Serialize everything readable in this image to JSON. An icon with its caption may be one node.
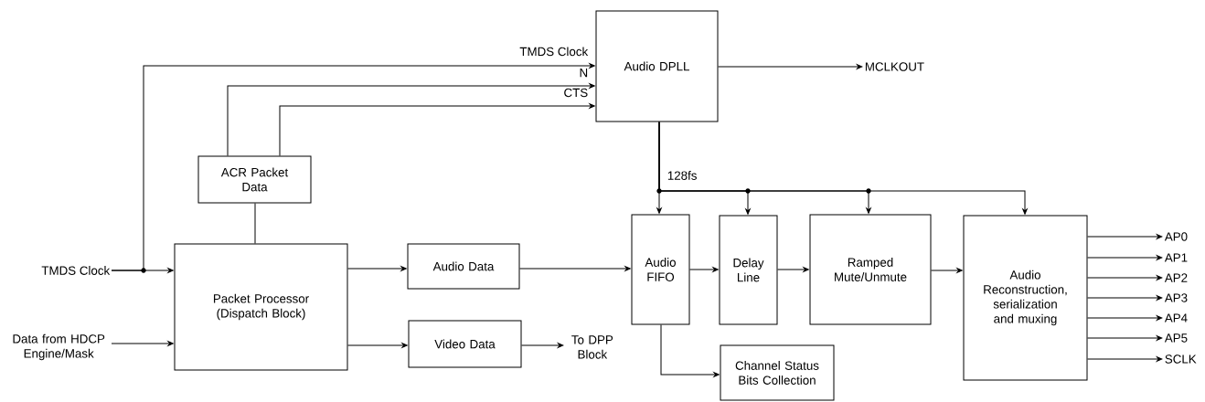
{
  "diagram": {
    "nodes": [
      {
        "text": [
          "Audio DPLL"
        ]
      },
      {
        "text": [
          "MCLKOUT"
        ]
      },
      {
        "text": [
          "ACR Packet Data"
        ]
      },
      {
        "text": [
          "TMDS Clock"
        ]
      },
      {
        "text": [
          "Packet Processor (Dispatch Block)"
        ]
      },
      {
        "text": [
          "Audio Data"
        ]
      },
      {
        "text": [
          "Audio FIFO"
        ]
      },
      {
        "text": [
          "Delay Line"
        ]
      },
      {
        "text": [
          "Ramped Mute/Unmute"
        ]
      },
      {
        "text": [
          "Audio Reconstruction, serialization and muxing"
        ]
      },
      {
        "text": [
          "AP0"
        ]
      },
      {
        "text": [
          "AP1"
        ]
      },
      {
        "text": [
          "AP2"
        ]
      },
      {
        "text": [
          "AP3"
        ]
      },
      {
        "text": [
          "AP4"
        ]
      },
      {
        "text": [
          "AP5"
        ]
      },
      {
        "text": [
          "SCLK"
        ]
      },
      {
        "text": [
          "Data from HDCP Engine/Mask"
        ]
      },
      {
        "text": [
          "Video Data"
        ]
      },
      {
        "text": [
          "To DPP Block"
        ]
      },
      {
        "text": [
          "Channel Status Bits Collection"
        ]
      }
    ],
    "edges": [
      {
        "from": 3,
        "to": 4,
        "arrow": "to"
      },
      {
        "from": 3,
        "to": 0,
        "arrow": "to",
        "label": "TMDS Clock"
      },
      {
        "from": 2,
        "to": 0,
        "arrow": "to",
        "label": "N"
      },
      {
        "from": 2,
        "to": 0,
        "arrow": "to",
        "label": "CTS"
      },
      {
        "from": 4,
        "to": 2,
        "arrow": "none"
      },
      {
        "from": 17,
        "to": 4,
        "arrow": "to"
      },
      {
        "from": 4,
        "to": 5,
        "arrow": "to"
      },
      {
        "from": 4,
        "to": 18,
        "arrow": "to"
      },
      {
        "from": 18,
        "to": 19,
        "arrow": "to"
      },
      {
        "from": 5,
        "to": 6,
        "arrow": "to"
      },
      {
        "from": 0,
        "to": 1,
        "arrow": "to"
      },
      {
        "from": 0,
        "to": 6,
        "arrow": "to",
        "label": "128fs"
      },
      {
        "from": 0,
        "to": 7,
        "arrow": "to"
      },
      {
        "from": 0,
        "to": 8,
        "arrow": "to"
      },
      {
        "from": 0,
        "to": 9,
        "arrow": "to"
      },
      {
        "from": 6,
        "to": 7,
        "arrow": "to"
      },
      {
        "from": 7,
        "to": 8,
        "arrow": "to"
      },
      {
        "from": 8,
        "to": 9,
        "arrow": "to"
      },
      {
        "from": 6,
        "to": 20,
        "arrow": "to"
      },
      {
        "from": 9,
        "to": 10,
        "arrow": "to"
      },
      {
        "from": 9,
        "to": 11,
        "arrow": "to"
      },
      {
        "from": 9,
        "to": 12,
        "arrow": "to"
      },
      {
        "from": 9,
        "to": 13,
        "arrow": "to"
      },
      {
        "from": 9,
        "to": 14,
        "arrow": "to"
      },
      {
        "from": 9,
        "to": 15,
        "arrow": "to"
      },
      {
        "from": 9,
        "to": 16,
        "arrow": "to"
      }
    ]
  }
}
